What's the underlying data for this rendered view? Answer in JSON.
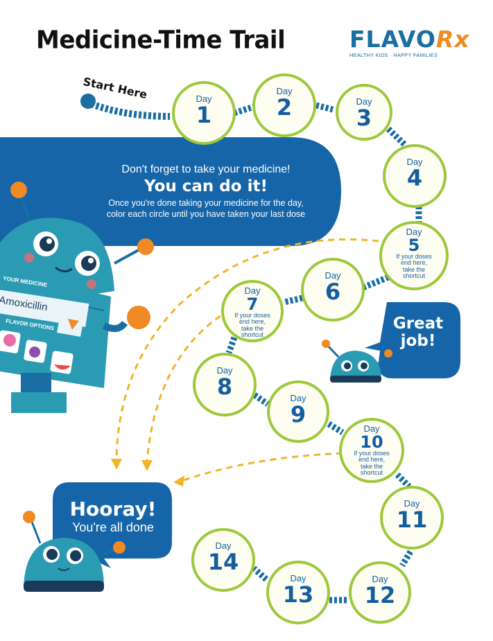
{
  "title": "Medicine-Time Trail",
  "logo": {
    "brand": "FLAVO",
    "brand_rx": "Rx",
    "tagline": "HEALTHY KIDS · HAPPY FAMILIES"
  },
  "start_label": "Start Here",
  "banner": {
    "line1": "Don't forget to take your medicine!",
    "line2": "You can do it!",
    "line3": "Once you're done taking your medicine for the day,",
    "line4": "color each circle until you have taken your last dose"
  },
  "robot": {
    "medicine_label": "YOUR MEDICINE",
    "medicine_value": "Amoxicillin",
    "flavor_label": "FLAVOR OPTIONS"
  },
  "days": [
    {
      "label": "Day",
      "num": "1"
    },
    {
      "label": "Day",
      "num": "2"
    },
    {
      "label": "Day",
      "num": "3"
    },
    {
      "label": "Day",
      "num": "4"
    },
    {
      "label": "Day",
      "num": "5",
      "note": [
        "If your doses",
        "end here,",
        "take the",
        "shortcut"
      ]
    },
    {
      "label": "Day",
      "num": "6"
    },
    {
      "label": "Day",
      "num": "7",
      "note": [
        "If your doses",
        "end here,",
        "take the",
        "shortcut"
      ]
    },
    {
      "label": "Day",
      "num": "8"
    },
    {
      "label": "Day",
      "num": "9"
    },
    {
      "label": "Day",
      "num": "10",
      "note": [
        "If your doses",
        "end here,",
        "take the",
        "shortcut"
      ]
    },
    {
      "label": "Day",
      "num": "11"
    },
    {
      "label": "Day",
      "num": "12"
    },
    {
      "label": "Day",
      "num": "13"
    },
    {
      "label": "Day",
      "num": "14"
    }
  ],
  "great_job": {
    "line1": "Great",
    "line2": "job!"
  },
  "hooray": {
    "line1": "Hooray!",
    "line2": "You're all done"
  },
  "colors": {
    "blue": "#1a6ea3",
    "green": "#9cc93b",
    "orange": "#f08a24",
    "teal": "#2b9bb3",
    "dash": "#f0b428"
  }
}
